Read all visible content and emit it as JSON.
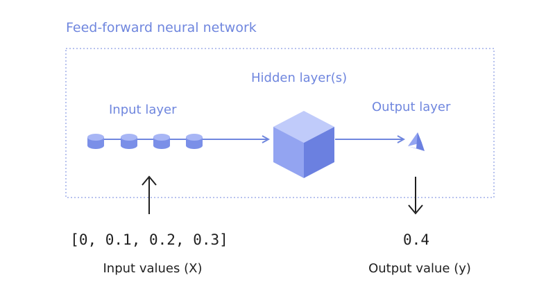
{
  "diagram": {
    "title": "Feed-forward neural network",
    "labels": {
      "input_layer": "Input layer",
      "hidden_layers": "Hidden layer(s)",
      "output_layer": "Output layer"
    },
    "input_values": "[0, 0.1, 0.2, 0.3]",
    "input_caption": "Input values (X)",
    "output_value": "0.4",
    "output_caption": "Output value (y)"
  },
  "colors": {
    "accent": "#6f86de",
    "node_top": "#a8b6f5",
    "node_side": "#7a8fe8",
    "cube_left": "#93a4f1",
    "cube_right": "#6b80e0",
    "text_dark": "#1f1f1f"
  }
}
